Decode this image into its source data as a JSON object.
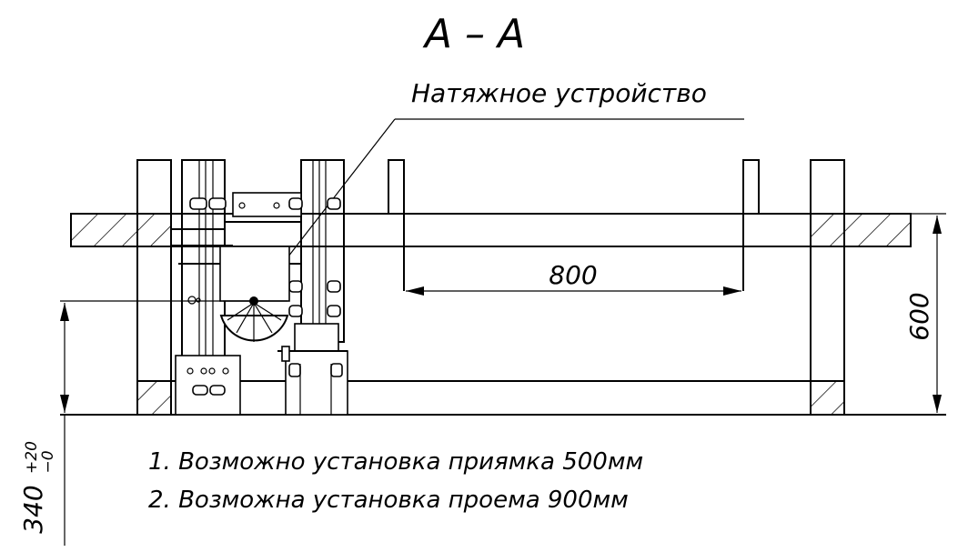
{
  "section_title": "A – A",
  "callout_label": "Натяжное устройство",
  "dimensions": {
    "span": "800",
    "height": "600",
    "depth": "340",
    "depth_tol_upper": "+20",
    "depth_tol_lower": "−0"
  },
  "notes": [
    "1. Возможно установка приямка 500мм",
    "2. Возможна установка проема 900мм"
  ]
}
